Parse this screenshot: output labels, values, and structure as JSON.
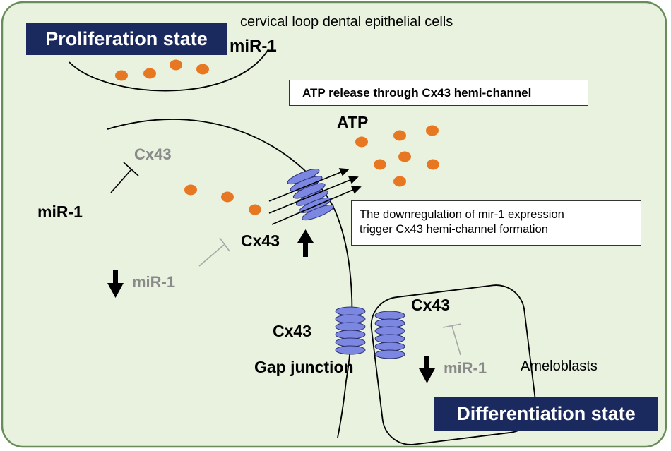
{
  "labels": {
    "proliferation_state": "Proliferation state",
    "cervical_loop": "cervical loop dental epithelial cells",
    "mir1_top": "miR-1",
    "atp_release_box": "ATP release through Cx43 hemi-channel",
    "atp": "ATP",
    "cx43_inhibited": "Cx43",
    "mir1_left": "miR-1",
    "downregulation_line1": "The downregulation of mir-1 expression",
    "downregulation_line2": "trigger Cx43 hemi-channel formation",
    "cx43_hemichannel": "Cx43",
    "mir1_down": "miR-1",
    "cx43_gap": "Cx43",
    "gap_junction": "Gap junction",
    "cx43_ameloblast": "Cx43",
    "mir1_ameloblast": "miR-1",
    "ameloblasts": "Ameloblasts",
    "differentiation_state": "Differentiation state"
  },
  "colors": {
    "background": "#e8f2de",
    "border": "#6a8c5a",
    "state_box": "#1b2a5e",
    "atp_dot": "#e87722",
    "channel": "#7b87e0",
    "inhibitor_grey": "#a8a8a8"
  }
}
